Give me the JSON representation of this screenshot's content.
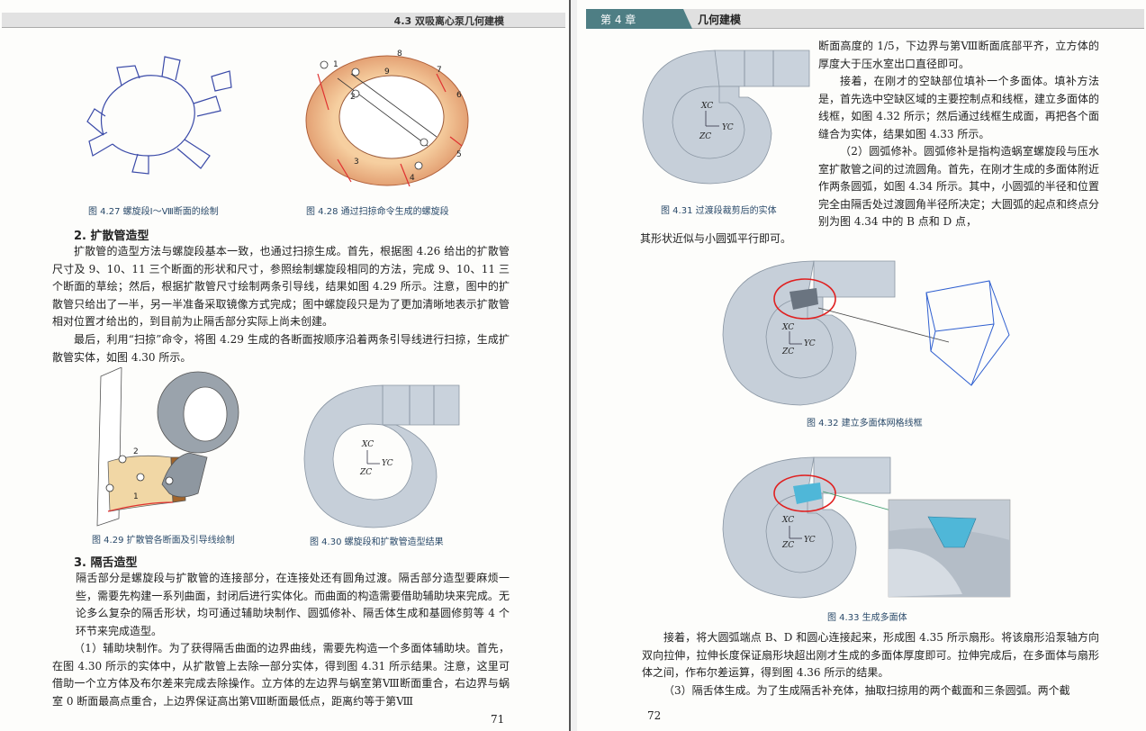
{
  "left_page": {
    "header": "4.3  双吸离心泵几何建模",
    "figures": {
      "fig_4_27": {
        "caption": "图 4.27  螺旋段Ⅰ～Ⅷ断面的绘制"
      },
      "fig_4_28": {
        "caption": "图 4.28  通过扫掠命令生成的螺旋段",
        "labels": [
          "1",
          "2",
          "3",
          "4",
          "5",
          "6",
          "7",
          "8",
          "9"
        ]
      },
      "fig_4_29": {
        "caption": "图 4.29  扩散管各断面及引导线绘制",
        "labels": [
          "2",
          "1"
        ]
      },
      "fig_4_30": {
        "caption": "图 4.30  螺旋段和扩散管造型结果",
        "axis_labels": [
          "XC",
          "YC",
          "ZC"
        ]
      }
    },
    "sections": {
      "s2_title": "2. 扩散管造型",
      "s2_p1": "扩散管的造型方法与螺旋段基本一致，也通过扫掠生成。首先，根据图 4.26 给出的扩散管尺寸及 9、10、11 三个断面的形状和尺寸，参照绘制螺旋段相同的方法，完成 9、10、11 三个断面的草绘；然后，根据扩散管尺寸绘制两条引导线，结果如图 4.29 所示。注意，图中的扩散管只给出了一半，另一半准备采取镜像方式完成；图中螺旋段只是为了更加清晰地表示扩散管相对位置才给出的，到目前为止隔舌部分实际上尚未创建。",
      "s2_p2": "最后，利用“扫掠”命令，将图 4.29 生成的各断面按顺序沿着两条引导线进行扫掠，生成扩散管实体，如图 4.30 所示。",
      "s3_title": "3. 隔舌造型",
      "s3_p1": "隔舌部分是螺旋段与扩散管的连接部分，在连接处还有圆角过渡。隔舌部分造型要麻烦一些，需要先构建一系列曲面，封闭后进行实体化。而曲面的构造需要借助辅助块来完成。无论多么复杂的隔舌形状，均可通过辅助块制作、圆弧修补、隔舌体生成和基圆修剪等 4 个环节来完成造型。",
      "s3_p2": "（1）辅助块制作。为了获得隔舌曲面的边界曲线，需要先构造一个多面体辅助块。首先，在图 4.30 所示的实体中，从扩散管上去除一部分实体，得到图 4.31 所示结果。注意，这里可借助一个立方体及布尔差来完成去除操作。立方体的左边界与蜗室第Ⅷ断面重合，右边界与蜗室 0 断面最高点重合，上边界保证高出第Ⅷ断面最低点，距离约等于第Ⅷ"
    },
    "page_number": "71"
  },
  "right_page": {
    "chapter_tab": "第 4 章",
    "chapter_title": "几何建模",
    "figures": {
      "fig_4_31": {
        "caption": "图 4.31  过渡段裁剪后的实体",
        "axis_labels": [
          "XC",
          "YC",
          "ZC"
        ]
      },
      "fig_4_32": {
        "caption": "图 4.32  建立多面体网格线框",
        "axis_labels": [
          "XC",
          "YC",
          "ZC"
        ]
      },
      "fig_4_33": {
        "caption": "图 4.33  生成多面体",
        "axis_labels": [
          "XC",
          "YC",
          "ZC"
        ]
      }
    },
    "paragraphs": {
      "p_top": "断面高度的 1/5，下边界与第Ⅷ断面底部平齐，立方体的厚度大于压水室出口直径即可。",
      "p_fill": "接着，在刚才的空缺部位填补一个多面体。填补方法是，首先选中空缺区域的主要控制点和线框，建立多面体的线框，如图 4.32 所示；然后通过线框生成面，再把各个面缝合为实体，结果如图 4.33 所示。",
      "p_arc": "（2）圆弧修补。圆弧修补是指构造蜗室螺旋段与压水室扩散管之间的过流圆角。首先，在刚才生成的多面体附近作两条圆弧，如图 4.34 所示。其中，小圆弧的半径和位置完全由隔舌处过渡圆角半径所决定；大圆弧的起点和终点分别为图 4.34 中的 B 点和 D 点，",
      "p_arc_end": "其形状近似与小圆弧平行即可。",
      "p_next": "接着，将大圆弧端点 B、D 和圆心连接起来，形成图 4.35 所示扇形。将该扇形沿泵轴方向双向拉伸，拉伸长度保证扇形块超出刚才生成的多面体厚度即可。拉伸完成后，在多面体与扇形体之间，作布尔差运算，得到图 4.36 所示的结果。",
      "p_last": "（3）隔舌体生成。为了生成隔舌补充体，抽取扫掠用的两个截面和三条圆弧。两个截"
    },
    "page_number": "72"
  },
  "colors": {
    "caption_text": "#2a4a6a",
    "chapter_tab": "#4e7e84",
    "solid_gray": "#c6cfd9",
    "highlight_red": "#e02020"
  }
}
